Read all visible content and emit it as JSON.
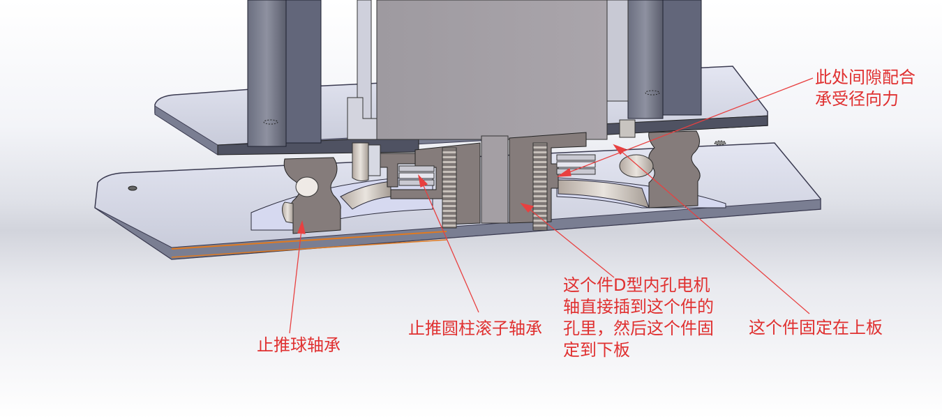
{
  "annotations": {
    "radial_clearance": {
      "line1": "此处间隙配合",
      "line2": "承受径向力"
    },
    "thrust_ball_bearing": {
      "text": "止推球轴承"
    },
    "thrust_roller_bearing": {
      "text": "止推圆柱滚子轴承"
    },
    "d_hole_part": {
      "line1": "这个件D型内孔电机",
      "line2": "轴直接插到这个件的",
      "line3": "孔里，然后这个件固",
      "line4": "定到下板"
    },
    "fixed_upper": {
      "text": "这个件固定在上板"
    }
  },
  "colors": {
    "annotation": "#e03030",
    "steel": "#8a8d9c",
    "section": "#807878",
    "plate": "#c9ccdc"
  }
}
